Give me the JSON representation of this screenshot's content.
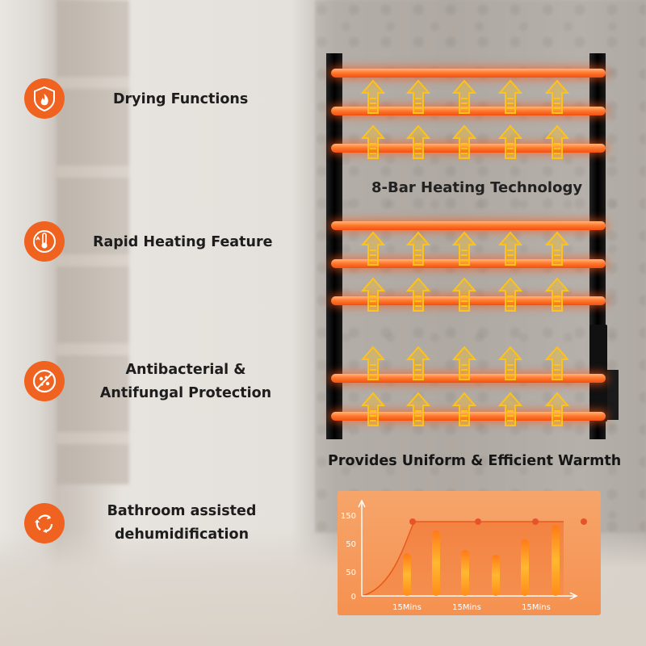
{
  "features": [
    {
      "label": "Drying Functions",
      "icon": "flame-icon"
    },
    {
      "label": "Rapid Heating Feature",
      "icon": "thermometer-icon"
    },
    {
      "label_line1": "Antibacterial &",
      "label_line2": "Antifungal Protection",
      "icon": "no-bacteria-icon"
    },
    {
      "label_line1": "Bathroom assisted",
      "label_line2": "dehumidification",
      "icon": "recycle-arrows-icon"
    }
  ],
  "rack": {
    "bar_count": 8,
    "headline": "8-Bar Heating Technology"
  },
  "warmth_headline": "Provides Uniform & Efficient Warmth",
  "colors": {
    "accent": "#f0621f",
    "bar_glow": "#ff5a1a",
    "arrow": "#ffc21a"
  },
  "chart_data": {
    "type": "bar",
    "ytick_labels": [
      "0",
      "50",
      "50",
      "150"
    ],
    "xtick_labels": [
      "15Mins",
      "15Mins",
      "15Mins"
    ],
    "values": [
      0.6,
      0.92,
      0.65,
      0.58,
      0.8,
      1.0
    ],
    "curve": "ramp-up then plateau",
    "plateau_markers": 4
  }
}
